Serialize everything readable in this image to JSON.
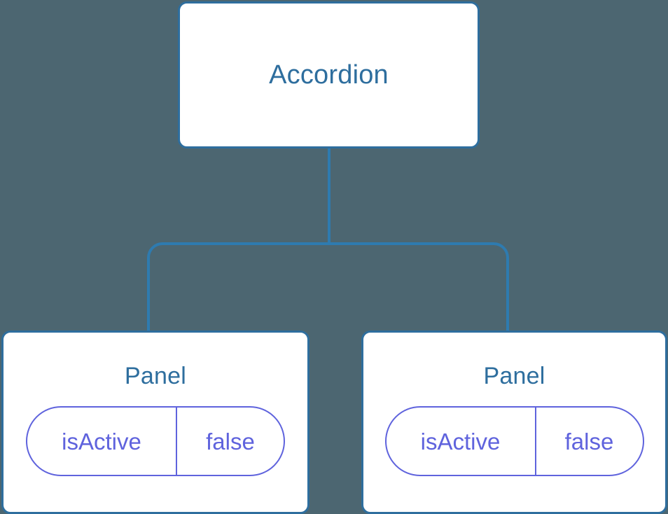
{
  "diagram": {
    "type": "component-tree",
    "background_color": "#4c6671",
    "node_border_color": "#2e6e9e",
    "node_fill_color": "#ffffff",
    "node_label_color": "#2e6e9e",
    "edge_color": "#2e7bb0",
    "prop_color": "#5f63dd",
    "root": {
      "title": "Accordion"
    },
    "children": [
      {
        "title": "Panel",
        "prop": {
          "key": "isActive",
          "value": "false"
        }
      },
      {
        "title": "Panel",
        "prop": {
          "key": "isActive",
          "value": "false"
        }
      }
    ],
    "edges": [
      {
        "from": "Accordion",
        "to": "Panel-left"
      },
      {
        "from": "Accordion",
        "to": "Panel-right"
      }
    ]
  }
}
